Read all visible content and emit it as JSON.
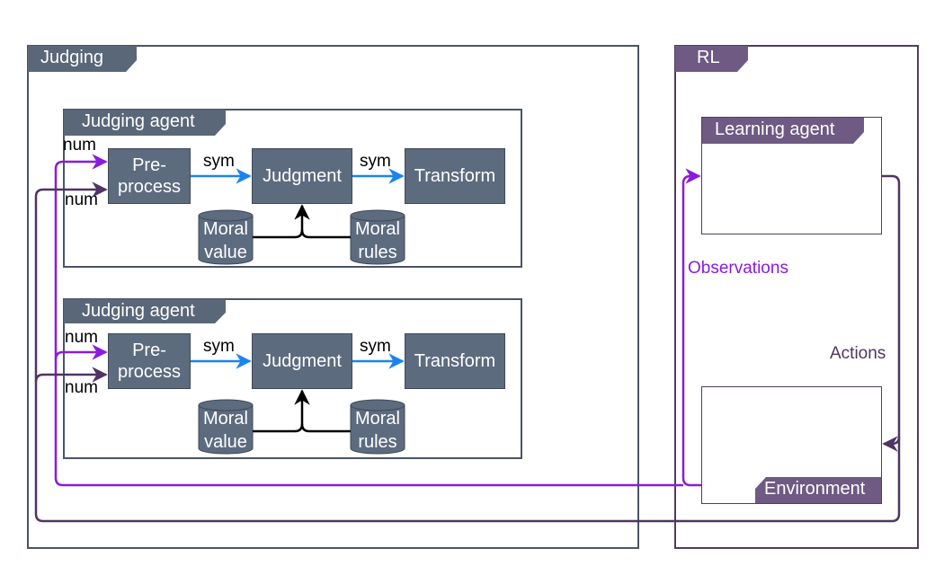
{
  "judging": {
    "title": "Judging"
  },
  "rl": {
    "title": "RL"
  },
  "agents": [
    {
      "title": "Judging agent",
      "input_top": "num",
      "input_bottom": "num",
      "preprocess": "Pre-\nprocess",
      "edge1": "sym",
      "judgment": "Judgment",
      "edge2": "sym",
      "transform": "Transform",
      "moral_value": "Moral\nvalue",
      "moral_rules": "Moral\nrules"
    },
    {
      "title": "Judging agent",
      "input_top": "num",
      "input_bottom": "num",
      "preprocess": "Pre-\nprocess",
      "edge1": "sym",
      "judgment": "Judgment",
      "edge2": "sym",
      "transform": "Transform",
      "moral_value": "Moral\nvalue",
      "moral_rules": "Moral\nrules"
    }
  ],
  "learning_agent": {
    "title": "Learning agent"
  },
  "environment": {
    "title": "Environment"
  },
  "observations_label": "Observations",
  "actions_label": "Actions",
  "colors": {
    "slate": "#5d6b7f",
    "purple_tag": "#6f5a83",
    "observations": "#8a1bde",
    "actions": "#4f3563",
    "sym_arrow": "#1a84ee"
  }
}
